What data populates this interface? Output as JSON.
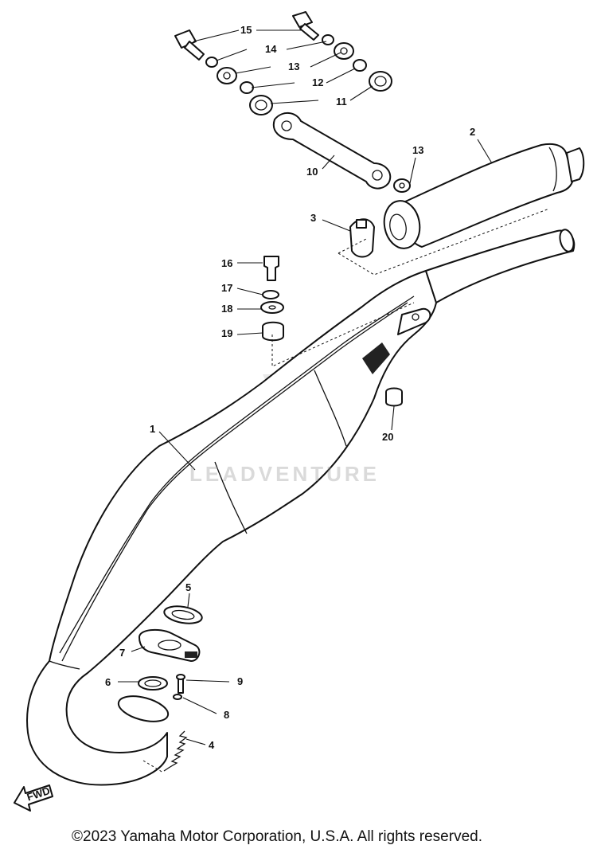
{
  "diagram": {
    "callouts": [
      "1",
      "2",
      "3",
      "4",
      "5",
      "6",
      "7",
      "8",
      "9",
      "10",
      "11",
      "12",
      "13",
      "13",
      "14",
      "15",
      "16",
      "17",
      "18",
      "19",
      "20"
    ],
    "direction_label": "FWD"
  },
  "watermark": "LEADVENTURE",
  "footer": {
    "copyright": "©2023 Yamaha Motor Corporation, U.S.A. All rights reserved."
  },
  "colors": {
    "ink": "#111111",
    "background": "#ffffff",
    "watermark": "#969696"
  }
}
